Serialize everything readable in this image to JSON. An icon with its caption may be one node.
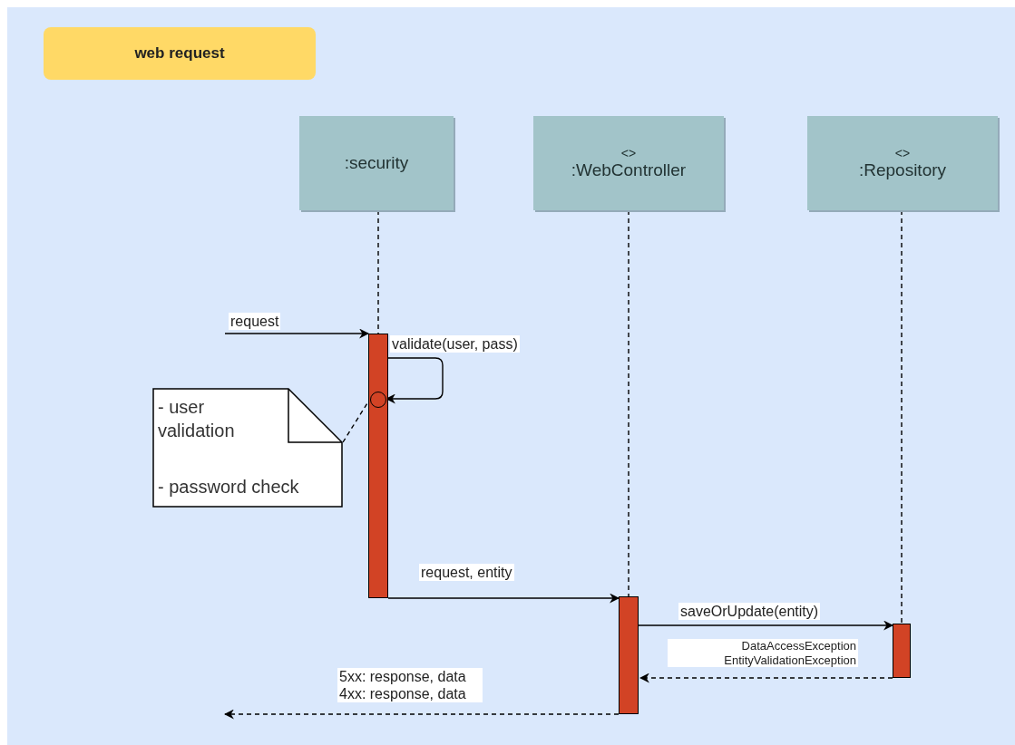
{
  "diagram": {
    "nodes": [
      {
        "text": [
          "web request"
        ]
      },
      {
        "text": [
          ":security"
        ]
      },
      {
        "text": [
          "<>",
          ":WebController"
        ]
      },
      {
        "text": [
          "<>",
          ":Repository"
        ]
      },
      {
        "text": [],
        "shape": "bar"
      },
      {
        "text": [],
        "shape": "bar"
      },
      {
        "text": [],
        "shape": "bar"
      },
      {
        "text": [
          "- user validation",
          "- password check"
        ]
      },
      {
        "text": [],
        "shape": "circle",
        "in": 4
      }
    ],
    "edges": [
      {
        "from": 1,
        "to": 4,
        "arrow": "none",
        "style": "dashed"
      },
      {
        "from": 2,
        "to": 5,
        "arrow": "none",
        "style": "dashed"
      },
      {
        "from": 3,
        "to": 6,
        "arrow": "none",
        "style": "dashed"
      },
      {
        "from": null,
        "to": 4,
        "arrow": "to",
        "label": "request"
      },
      {
        "from": 4,
        "to": 8,
        "arrow": "to",
        "label": "validate(user, pass)"
      },
      {
        "from": 7,
        "to": 8,
        "arrow": "none",
        "style": "dashed"
      },
      {
        "from": 4,
        "to": 5,
        "arrow": "to",
        "label": "request, entity"
      },
      {
        "from": 5,
        "to": 6,
        "arrow": "to",
        "label": "saveOrUpdate(entity)"
      },
      {
        "from": 6,
        "to": 5,
        "arrow": "to",
        "style": "dashed",
        "label": "DataAccessException EntityValidationException"
      },
      {
        "from": 5,
        "to": null,
        "arrow": "to",
        "style": "dashed",
        "label": "5xx: response, data 4xx: response, data"
      }
    ]
  }
}
